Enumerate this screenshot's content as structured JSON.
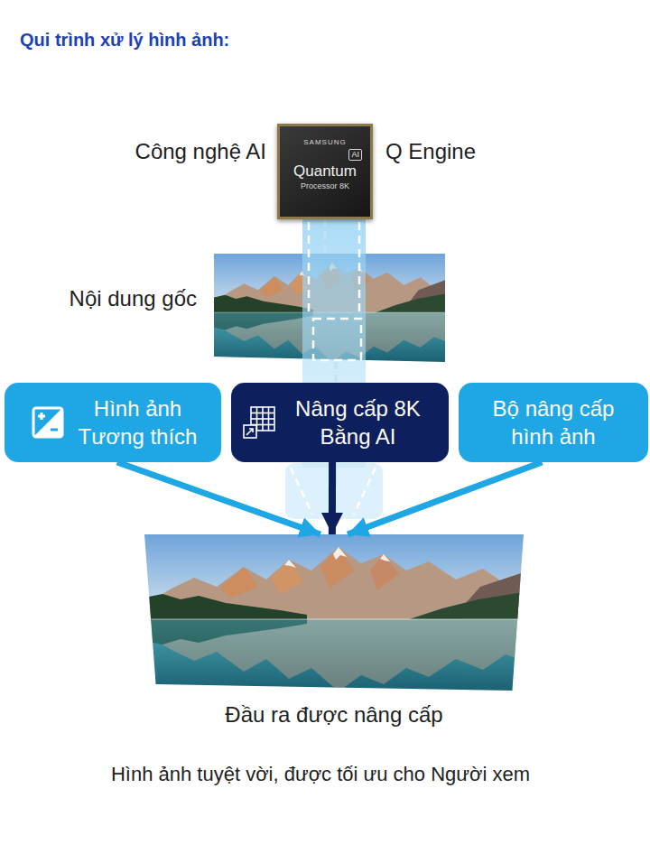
{
  "diagram": {
    "title": "Qui trình xử lý hình ảnh:",
    "caption": "Hình ảnh tuyệt vời, được tối ưu cho Người xem",
    "nodes": [
      {
        "text": [
          "SAMSUNG",
          "AI",
          "Quantum",
          "Processor 8K"
        ]
      },
      {
        "text": [
          "Nội dung gốc"
        ]
      },
      {
        "text": [
          "Hình ảnh Tương thích"
        ]
      },
      {
        "text": [
          "Nâng cấp 8K Bằng AI"
        ]
      },
      {
        "text": [
          "Bộ nâng cấp hình ảnh"
        ]
      },
      {
        "text": [
          "Đầu ra được nâng cấp"
        ]
      }
    ],
    "edges": [
      {
        "from": 0,
        "to": 1,
        "arrow": "none"
      },
      {
        "from": 1,
        "to": 3,
        "arrow": "none"
      },
      {
        "from": 2,
        "to": 5,
        "arrow": "to"
      },
      {
        "from": 3,
        "to": 5,
        "arrow": "to"
      },
      {
        "from": 4,
        "to": 5,
        "arrow": "to"
      }
    ],
    "labels": [
      "Công nghệ AI",
      "Q Engine"
    ]
  }
}
